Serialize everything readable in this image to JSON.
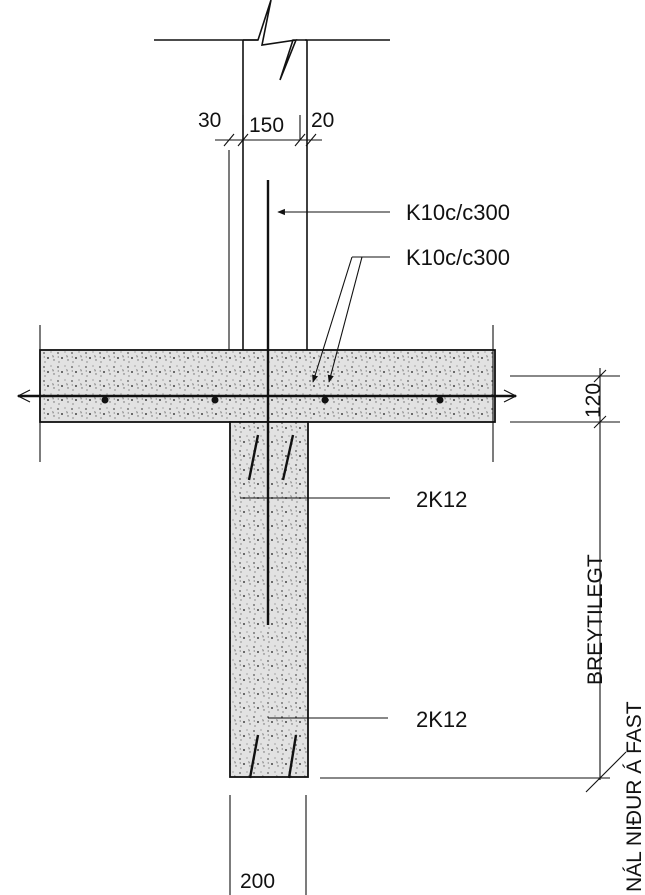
{
  "drawing": {
    "dimensions": {
      "left_cover": "30",
      "wall_core": "150",
      "right_cover": "20",
      "slab_thickness": "120",
      "wall_width": "200"
    },
    "callouts": {
      "upper_bar_1": "K10c/c300",
      "upper_bar_2": "K10c/c300",
      "lower_bar_1": "2K12",
      "lower_bar_2": "2K12"
    },
    "side_labels": {
      "height": "BREYTILEGT",
      "note": "NÁL NIÐUR Á FAST"
    }
  }
}
